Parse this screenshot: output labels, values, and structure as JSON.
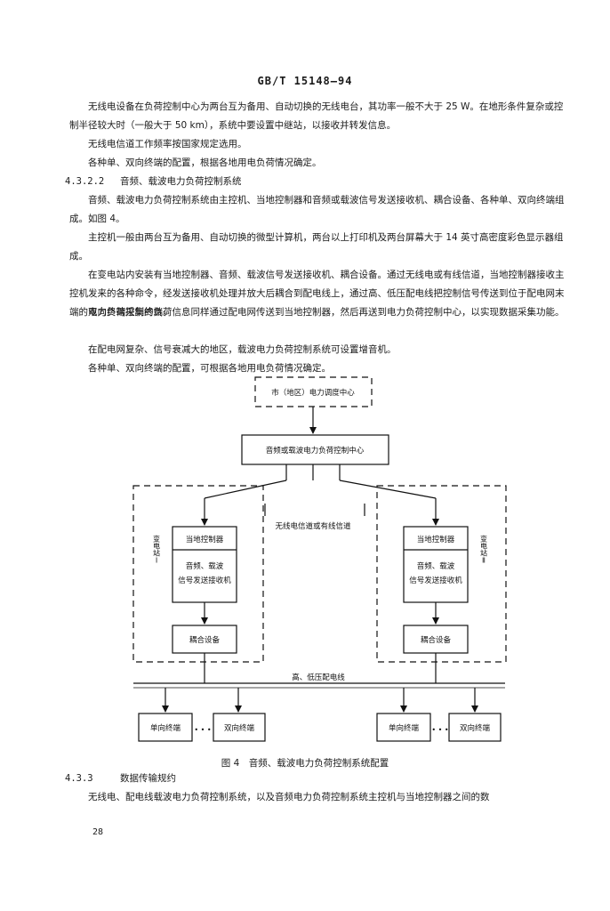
{
  "header": {
    "standard": "GB/T 15148—94"
  },
  "paragraphs": [
    "无线电设备在负荷控制中心为两台互为备用、自动切换的无线电台，其功率一般不大于 25 W。在地形条件复杂或控制半径较大时（一般大于 50 km），系统中要设置中继站，以接收并转发信息。",
    "无线电信道工作频率按国家规定选用。",
    "各种单、双向终端的配置，根据各地用电负荷情况确定。"
  ],
  "section_4322": {
    "num": "4.3.2.2",
    "title": "音频、载波电力负荷控制系统"
  },
  "paragraphs2": [
    "音频、载波电力负荷控制系统由主控机、当地控制器和音频或载波信号发送接收机、耦合设备、各种单、双向终端组成。如图 4。",
    "主控机一般由两台互为备用、自动切换的微型计算机，两台以上打印机及两台屏幕大于 14 英寸高密度彩色显示器组成。",
    "在变电站内安装有当地控制器、音频、载波信号发送接收机、耦合设备。通过无线电或有线信道，当地控制器接收主控机发来的各种命令，经发送接收机处理并放大后耦合到配电线上，通过高、低压配电线把控制信号传送到位于配电网末端的电力负荷控制终端。",
    "双向终端采集的负荷信息同样通过配电网传送到当地控制器，然后再送到电力负荷控制中心，以实现数据采集功能。",
    "在配电网复杂、信号衰减大的地区，载波电力负荷控制系统可设置增音机。",
    "各种单、双向终端的配置，可根据各地用电负荷情况确定。"
  ],
  "diagram": {
    "dispatch_center": "市（地区）电力调度中心",
    "control_center": "音频或载波电力负荷控制中心",
    "channel_label": "无线电信道或有线信道",
    "substation_left": "变电站Ⅰ",
    "substation_right": "变电站Ⅱ",
    "local_controller": "当地控制器",
    "transceiver_line1": "音频、载波",
    "transceiver_line2": "信号发送接收机",
    "coupler": "耦合设备",
    "distribution_line": "高、低压配电线",
    "one_way_terminal": "单向终端",
    "two_way_terminal": "双向终端",
    "dots": "• • •"
  },
  "figure_caption": "图 4　音频、载波电力负荷控制系统配置",
  "section_433": {
    "num": "4.3.3",
    "title": "数据传输规约"
  },
  "last_paragraph": "无线电、配电线载波电力负荷控制系统，以及音频电力负荷控制系统主控机与当地控制器之间的数",
  "page_number": "28"
}
